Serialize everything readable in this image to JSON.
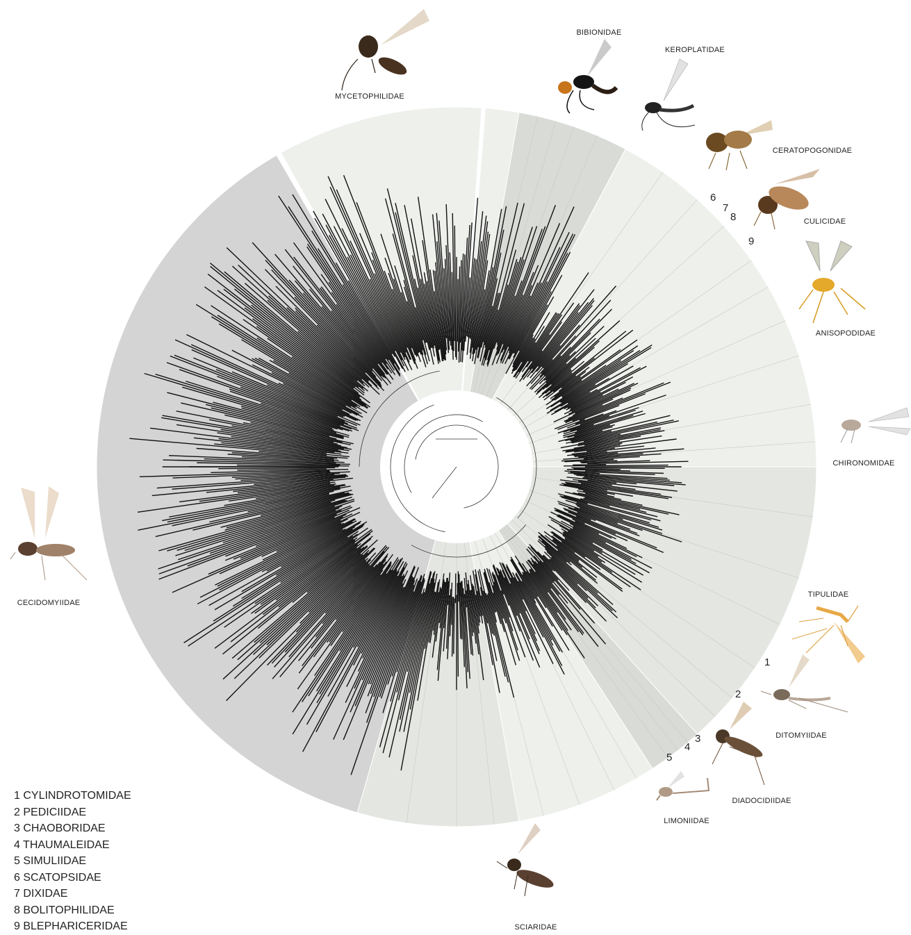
{
  "families": {
    "mycetophilidae": "MYCETOPHILIDAE",
    "bibionidae": "BIBIONIDAE",
    "keroplatidae": "KEROPLATIDAE",
    "ceratopogonidae": "CERATOPOGONIDAE",
    "culicidae": "CULICIDAE",
    "anisopodidae": "ANISOPODIDAE",
    "chironomidae": "CHIRONOMIDAE",
    "tipulidae": "TIPULIDAE",
    "ditomyiidae": "DITOMYIIDAE",
    "diadocidiidae": "DIADOCIDIIDAE",
    "limoniidae": "LIMONIIDAE",
    "sciaridae": "SCIARIDAE",
    "cecidomyiidae": "CECIDOMYIIDAE"
  },
  "numbers": [
    "1",
    "2",
    "3",
    "4",
    "5",
    "6",
    "7",
    "8",
    "9"
  ],
  "legend": [
    "1 CYLINDROTOMIDAE",
    "2 PEDICIIDAE",
    "3 CHAOBORIDAE",
    "4 THAUMALEIDAE",
    "5 SIMULIIDAE",
    "6 SCATOPSIDAE",
    "7 DIXIDAE",
    "8 BOLITOPHILIDAE",
    "9 BLEPHARICERIDAE"
  ],
  "colors": {
    "cecidomyiidae_sector": "#d4d4d4",
    "light_sector": "#eef0ec",
    "mid_sector": "#e4e6e2",
    "dark_sector": "#d9dbd7",
    "tree_branches": "#111111"
  }
}
